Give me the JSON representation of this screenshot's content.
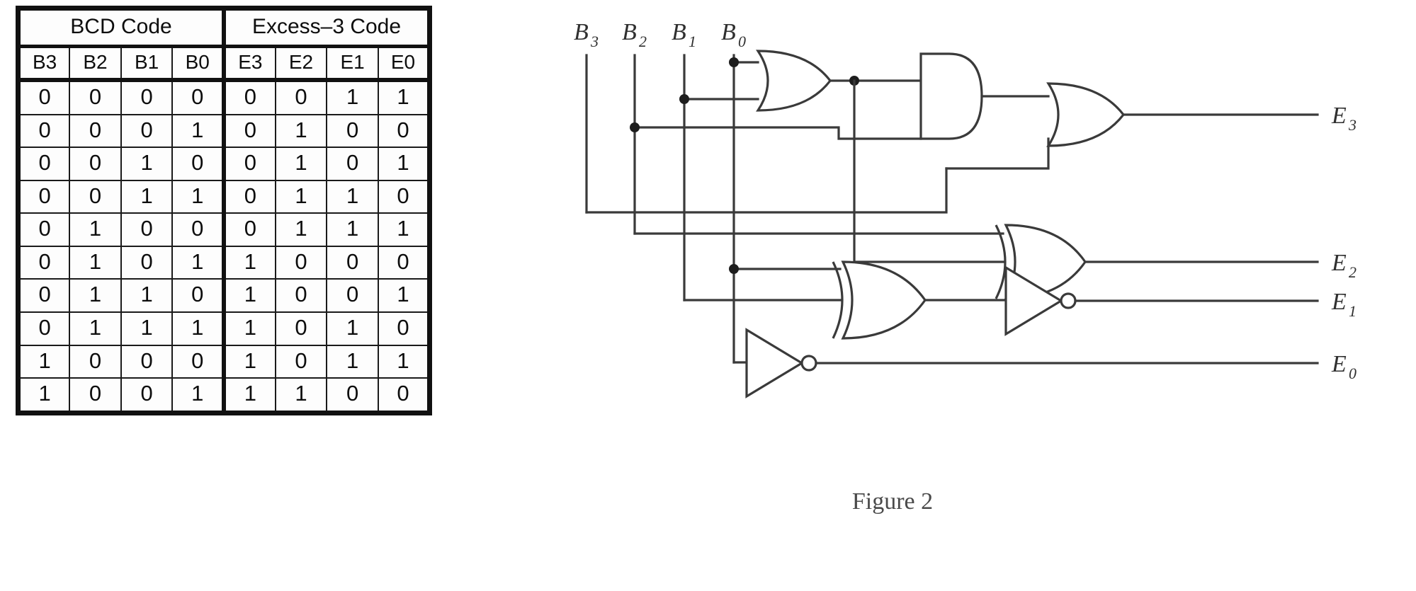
{
  "table": {
    "group_headers": [
      "BCD Code",
      "Excess–3 Code"
    ],
    "columns": [
      "B3",
      "B2",
      "B1",
      "B0",
      "E3",
      "E2",
      "E1",
      "E0"
    ],
    "rows": [
      [
        "0",
        "0",
        "0",
        "0",
        "0",
        "0",
        "1",
        "1"
      ],
      [
        "0",
        "0",
        "0",
        "1",
        "0",
        "1",
        "0",
        "0"
      ],
      [
        "0",
        "0",
        "1",
        "0",
        "0",
        "1",
        "0",
        "1"
      ],
      [
        "0",
        "0",
        "1",
        "1",
        "0",
        "1",
        "1",
        "0"
      ],
      [
        "0",
        "1",
        "0",
        "0",
        "0",
        "1",
        "1",
        "1"
      ],
      [
        "0",
        "1",
        "0",
        "1",
        "1",
        "0",
        "0",
        "0"
      ],
      [
        "0",
        "1",
        "1",
        "0",
        "1",
        "0",
        "0",
        "1"
      ],
      [
        "0",
        "1",
        "1",
        "1",
        "1",
        "0",
        "1",
        "0"
      ],
      [
        "1",
        "0",
        "0",
        "0",
        "1",
        "0",
        "1",
        "1"
      ],
      [
        "1",
        "0",
        "0",
        "1",
        "1",
        "1",
        "0",
        "0"
      ]
    ]
  },
  "figure": {
    "caption": "Figure 2",
    "input_labels": [
      {
        "base": "B",
        "sub": "3"
      },
      {
        "base": "B",
        "sub": "2"
      },
      {
        "base": "B",
        "sub": "1"
      },
      {
        "base": "B",
        "sub": "0"
      }
    ],
    "output_labels": [
      {
        "base": "E",
        "sub": "3"
      },
      {
        "base": "E",
        "sub": "2"
      },
      {
        "base": "E",
        "sub": "1"
      },
      {
        "base": "E",
        "sub": "0"
      }
    ],
    "gates": [
      {
        "name": "or-gate-1",
        "type": "OR"
      },
      {
        "name": "and-gate-1",
        "type": "AND"
      },
      {
        "name": "or-gate-2",
        "type": "OR"
      },
      {
        "name": "xor-gate-1",
        "type": "XOR"
      },
      {
        "name": "xor-gate-2",
        "type": "XOR"
      },
      {
        "name": "not-gate-1",
        "type": "NOT"
      },
      {
        "name": "not-gate-2",
        "type": "NOT"
      }
    ]
  },
  "colors": {
    "line": "#3a3a3a",
    "table_border": "#111111",
    "text": "#0d0d0d",
    "caption": "#4a4a4a"
  }
}
